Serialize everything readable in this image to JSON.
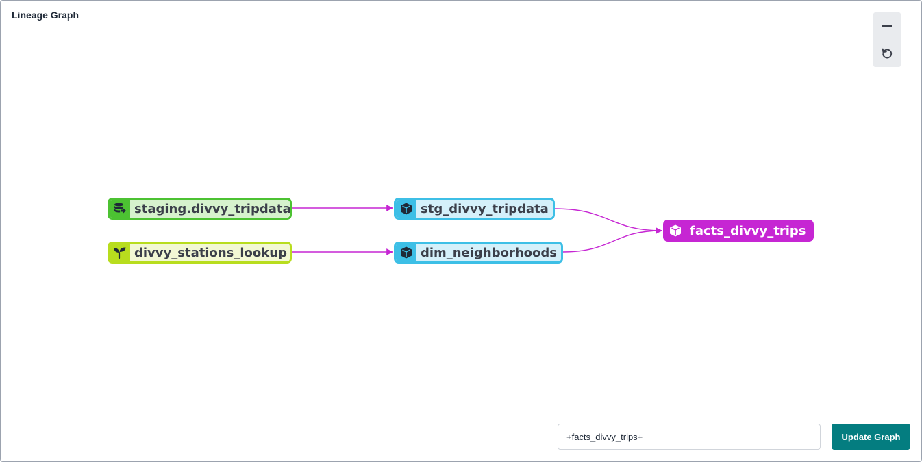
{
  "panel": {
    "title": "Lineage Graph"
  },
  "controls": {
    "zoom_out_icon": "minus-icon",
    "reset_icon": "reset-icon"
  },
  "nodes": {
    "source": {
      "label": "staging.divvy_tripdata",
      "icon": "database-icon",
      "color": "#4cc232"
    },
    "seed": {
      "label": "divvy_stations_lookup",
      "icon": "seedling-icon",
      "color": "#b8dd1e"
    },
    "stg": {
      "label": "stg_divvy_tripdata",
      "icon": "cube-icon",
      "color": "#3dbfe6"
    },
    "dim": {
      "label": "dim_neighborhoods",
      "icon": "cube-icon",
      "color": "#3dbfe6"
    },
    "target": {
      "label": "facts_divvy_trips",
      "icon": "cube-icon",
      "color": "#c626d3"
    }
  },
  "edges_color": "#c626d3",
  "footer": {
    "selector_value": "+facts_divvy_trips+",
    "update_label": "Update Graph",
    "button_color": "#047d80"
  }
}
